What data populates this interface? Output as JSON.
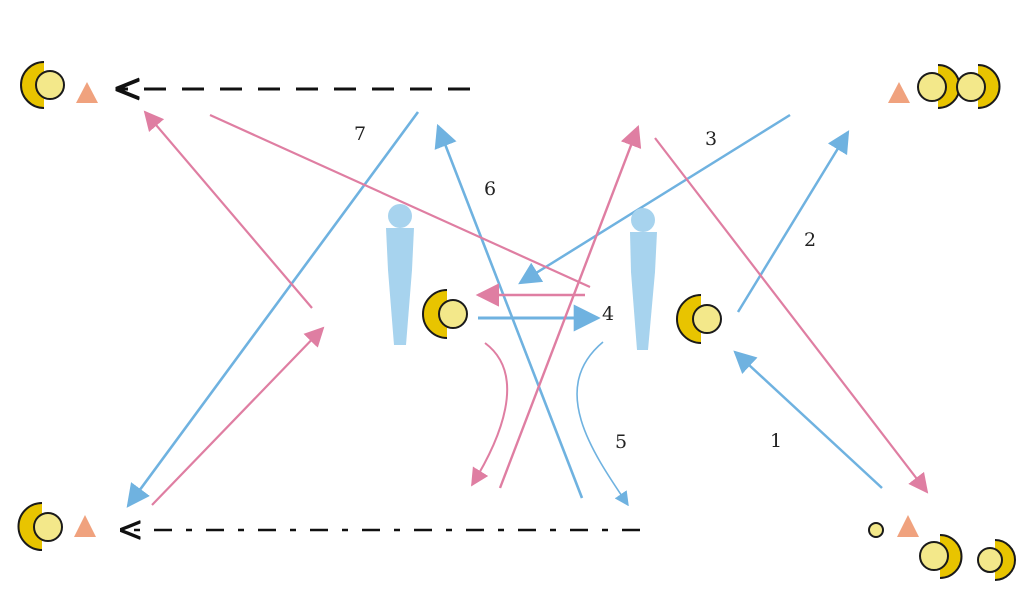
{
  "colors": {
    "blue": "#6fb2e0",
    "pink": "#df7ea2",
    "black": "#111111",
    "player": "#a7d3ee",
    "cone": "#f0a27e",
    "ball": "#f3e88a",
    "ball_shell": "#e8c400",
    "ball_outline": "#1a1a1a"
  },
  "step_labels": {
    "s1": "1",
    "s2": "2",
    "s3": "3",
    "s4": "4",
    "s5": "5",
    "s6": "6",
    "s7": "7"
  },
  "caption": ""
}
